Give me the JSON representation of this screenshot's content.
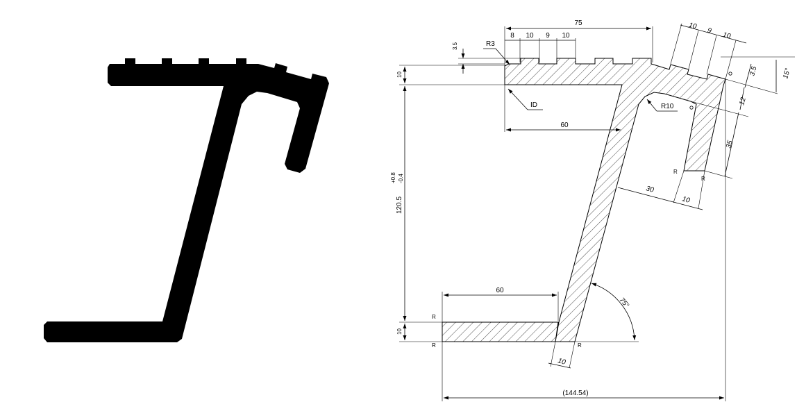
{
  "drawing": {
    "dims": {
      "overall_top": "75",
      "tooth_8": "8",
      "tooth_10a": "10",
      "tooth_9": "9",
      "tooth_10b": "10",
      "slant_10a": "10",
      "slant_9": "9",
      "slant_10b": "10",
      "step_35": "3.5",
      "r3": "R3",
      "id_label": "ID",
      "top_thickness_10": "10",
      "r10": "R10",
      "inner_60": "60",
      "right_3_5": "3.5",
      "right_15deg": "15°",
      "right_12": "12",
      "right_35": "35",
      "height_main": "120.5",
      "height_tol_upper": "+0.8",
      "height_tol_lower": "-0.4",
      "leg_30": "30",
      "leg_10": "10",
      "foot_60": "60",
      "foot_10": "10",
      "angle_75": "75°",
      "bottom_10": "10",
      "overall_width": "(144.54)",
      "r_a": "R",
      "r_b": "R",
      "r_c": "R",
      "r_d": "R",
      "r_e": "R",
      "r_f": "R"
    }
  }
}
